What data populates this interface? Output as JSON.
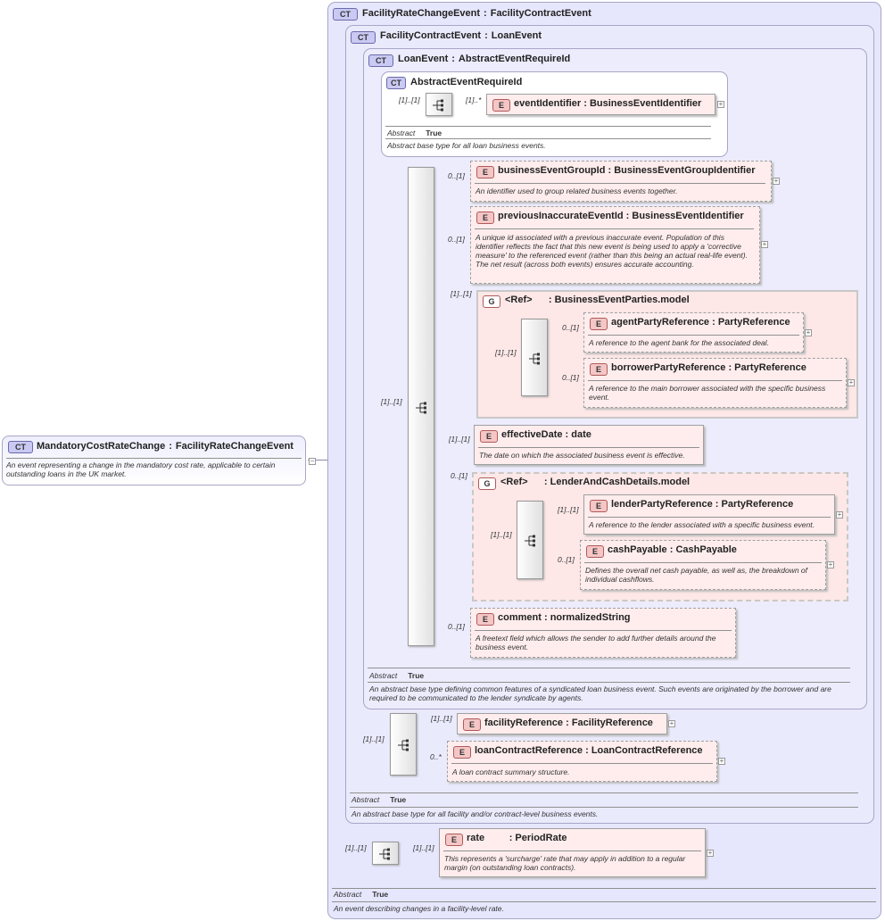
{
  "root": {
    "badge": "CT",
    "name": "MandatoryCostRateChange",
    "type": "FacilityRateChangeEvent",
    "desc": "An event representing a change in the mandatory cost rate, applicable to certain outstanding loans in the UK market."
  },
  "frce": {
    "badge": "CT",
    "name": "FacilityRateChangeEvent",
    "type": "FacilityContractEvent",
    "abstract_label": "Abstract",
    "abstract_value": "True",
    "desc": "An event describing changes in a facility-level rate."
  },
  "fce": {
    "badge": "CT",
    "name": "FacilityContractEvent",
    "type": "LoanEvent",
    "abstract_label": "Abstract",
    "abstract_value": "True",
    "desc": "An abstract base type for all facility and/or contract-level business events."
  },
  "le": {
    "badge": "CT",
    "name": "LoanEvent",
    "type": "AbstractEventRequireId",
    "abstract_label": "Abstract",
    "abstract_value": "True",
    "desc": "An abstract base type defining common features of a syndicated loan business event. Such events are originated by the borrower and are required to be communicated to the lender syndicate by agents."
  },
  "aer": {
    "badge": "CT",
    "name": "AbstractEventRequireId",
    "abstract_label": "Abstract",
    "abstract_value": "True",
    "desc": "Abstract base type for all loan business events."
  },
  "elements": {
    "eventIdentifier": {
      "badge": "E",
      "name": "eventIdentifier",
      "type": "BusinessEventIdentifier",
      "mult": "[1]..*"
    },
    "businessEventGroupId": {
      "badge": "E",
      "name": "businessEventGroupId",
      "type": "BusinessEventGroupIdentifier",
      "mult": "0..[1]",
      "desc": "An identifier used to group related business events together."
    },
    "previousInaccurateEventId": {
      "badge": "E",
      "name": "previousInaccurateEventId",
      "type": "BusinessEventIdentifier",
      "mult": "0..[1]",
      "desc": "A unique id associated with a previous inaccurate event. Population of this identifier reflects the fact that this new event is being used to apply a 'corrective measure' to the referenced event (rather than this being an actual real-life event). The net result (across both events) ensures accurate accounting."
    },
    "agentPartyReference": {
      "badge": "E",
      "name": "agentPartyReference",
      "type": "PartyReference",
      "mult": "0..[1]",
      "desc": "A reference to the agent bank for the associated deal."
    },
    "borrowerPartyReference": {
      "badge": "E",
      "name": "borrowerPartyReference",
      "type": "PartyReference",
      "mult": "0..[1]",
      "desc": "A reference to the main borrower associated with the specific business event."
    },
    "effectiveDate": {
      "badge": "E",
      "name": "effectiveDate",
      "type": "date",
      "mult": "[1]..[1]",
      "desc": "The date on which the associated business event is effective."
    },
    "lenderPartyReference": {
      "badge": "E",
      "name": "lenderPartyReference",
      "type": "PartyReference",
      "mult": "[1]..[1]",
      "desc": "A reference to the lender associated with a specific business event."
    },
    "cashPayable": {
      "badge": "E",
      "name": "cashPayable",
      "type": "CashPayable",
      "mult": "0..[1]",
      "desc": "Defines the overall net cash payable, as well as, the breakdown of individual cashflows."
    },
    "comment": {
      "badge": "E",
      "name": "comment",
      "type": "normalizedString",
      "mult": "0..[1]",
      "desc": "A freetext field which allows the sender to add further details around the business event."
    },
    "facilityReference": {
      "badge": "E",
      "name": "facilityReference",
      "type": "FacilityReference",
      "mult": "[1]..[1]"
    },
    "loanContractReference": {
      "badge": "E",
      "name": "loanContractReference",
      "type": "LoanContractReference",
      "mult": "0..*",
      "desc": "A loan contract summary structure."
    },
    "rate": {
      "badge": "E",
      "name": "rate",
      "type": "PeriodRate",
      "mult": "[1]..[1]",
      "desc": "This represents a 'surcharge' rate that may apply in addition to a regular margin (on outstanding loan contracts)."
    }
  },
  "groups": {
    "parties": {
      "badge": "G",
      "ref": "<Ref>",
      "name": "BusinessEventParties.model",
      "mult": "[1]..[1]",
      "seq_mult": "[1]..[1]"
    },
    "lender": {
      "badge": "G",
      "ref": "<Ref>",
      "name": "LenderAndCashDetails.model",
      "mult": "0..[1]",
      "seq_mult": "[1]..[1]"
    }
  },
  "seq_mults": {
    "aer_seq": "[1]..[1]",
    "main_seq": "[1]..[1]",
    "fce_seq": "[1]..[1]",
    "frce_seq": "[1]..[1]"
  },
  "colors": {
    "ct_fill": "#e6e6fd",
    "element_fill": "#ffeded",
    "group_fill": "#fde7e7",
    "line": "#8a8aa8"
  }
}
